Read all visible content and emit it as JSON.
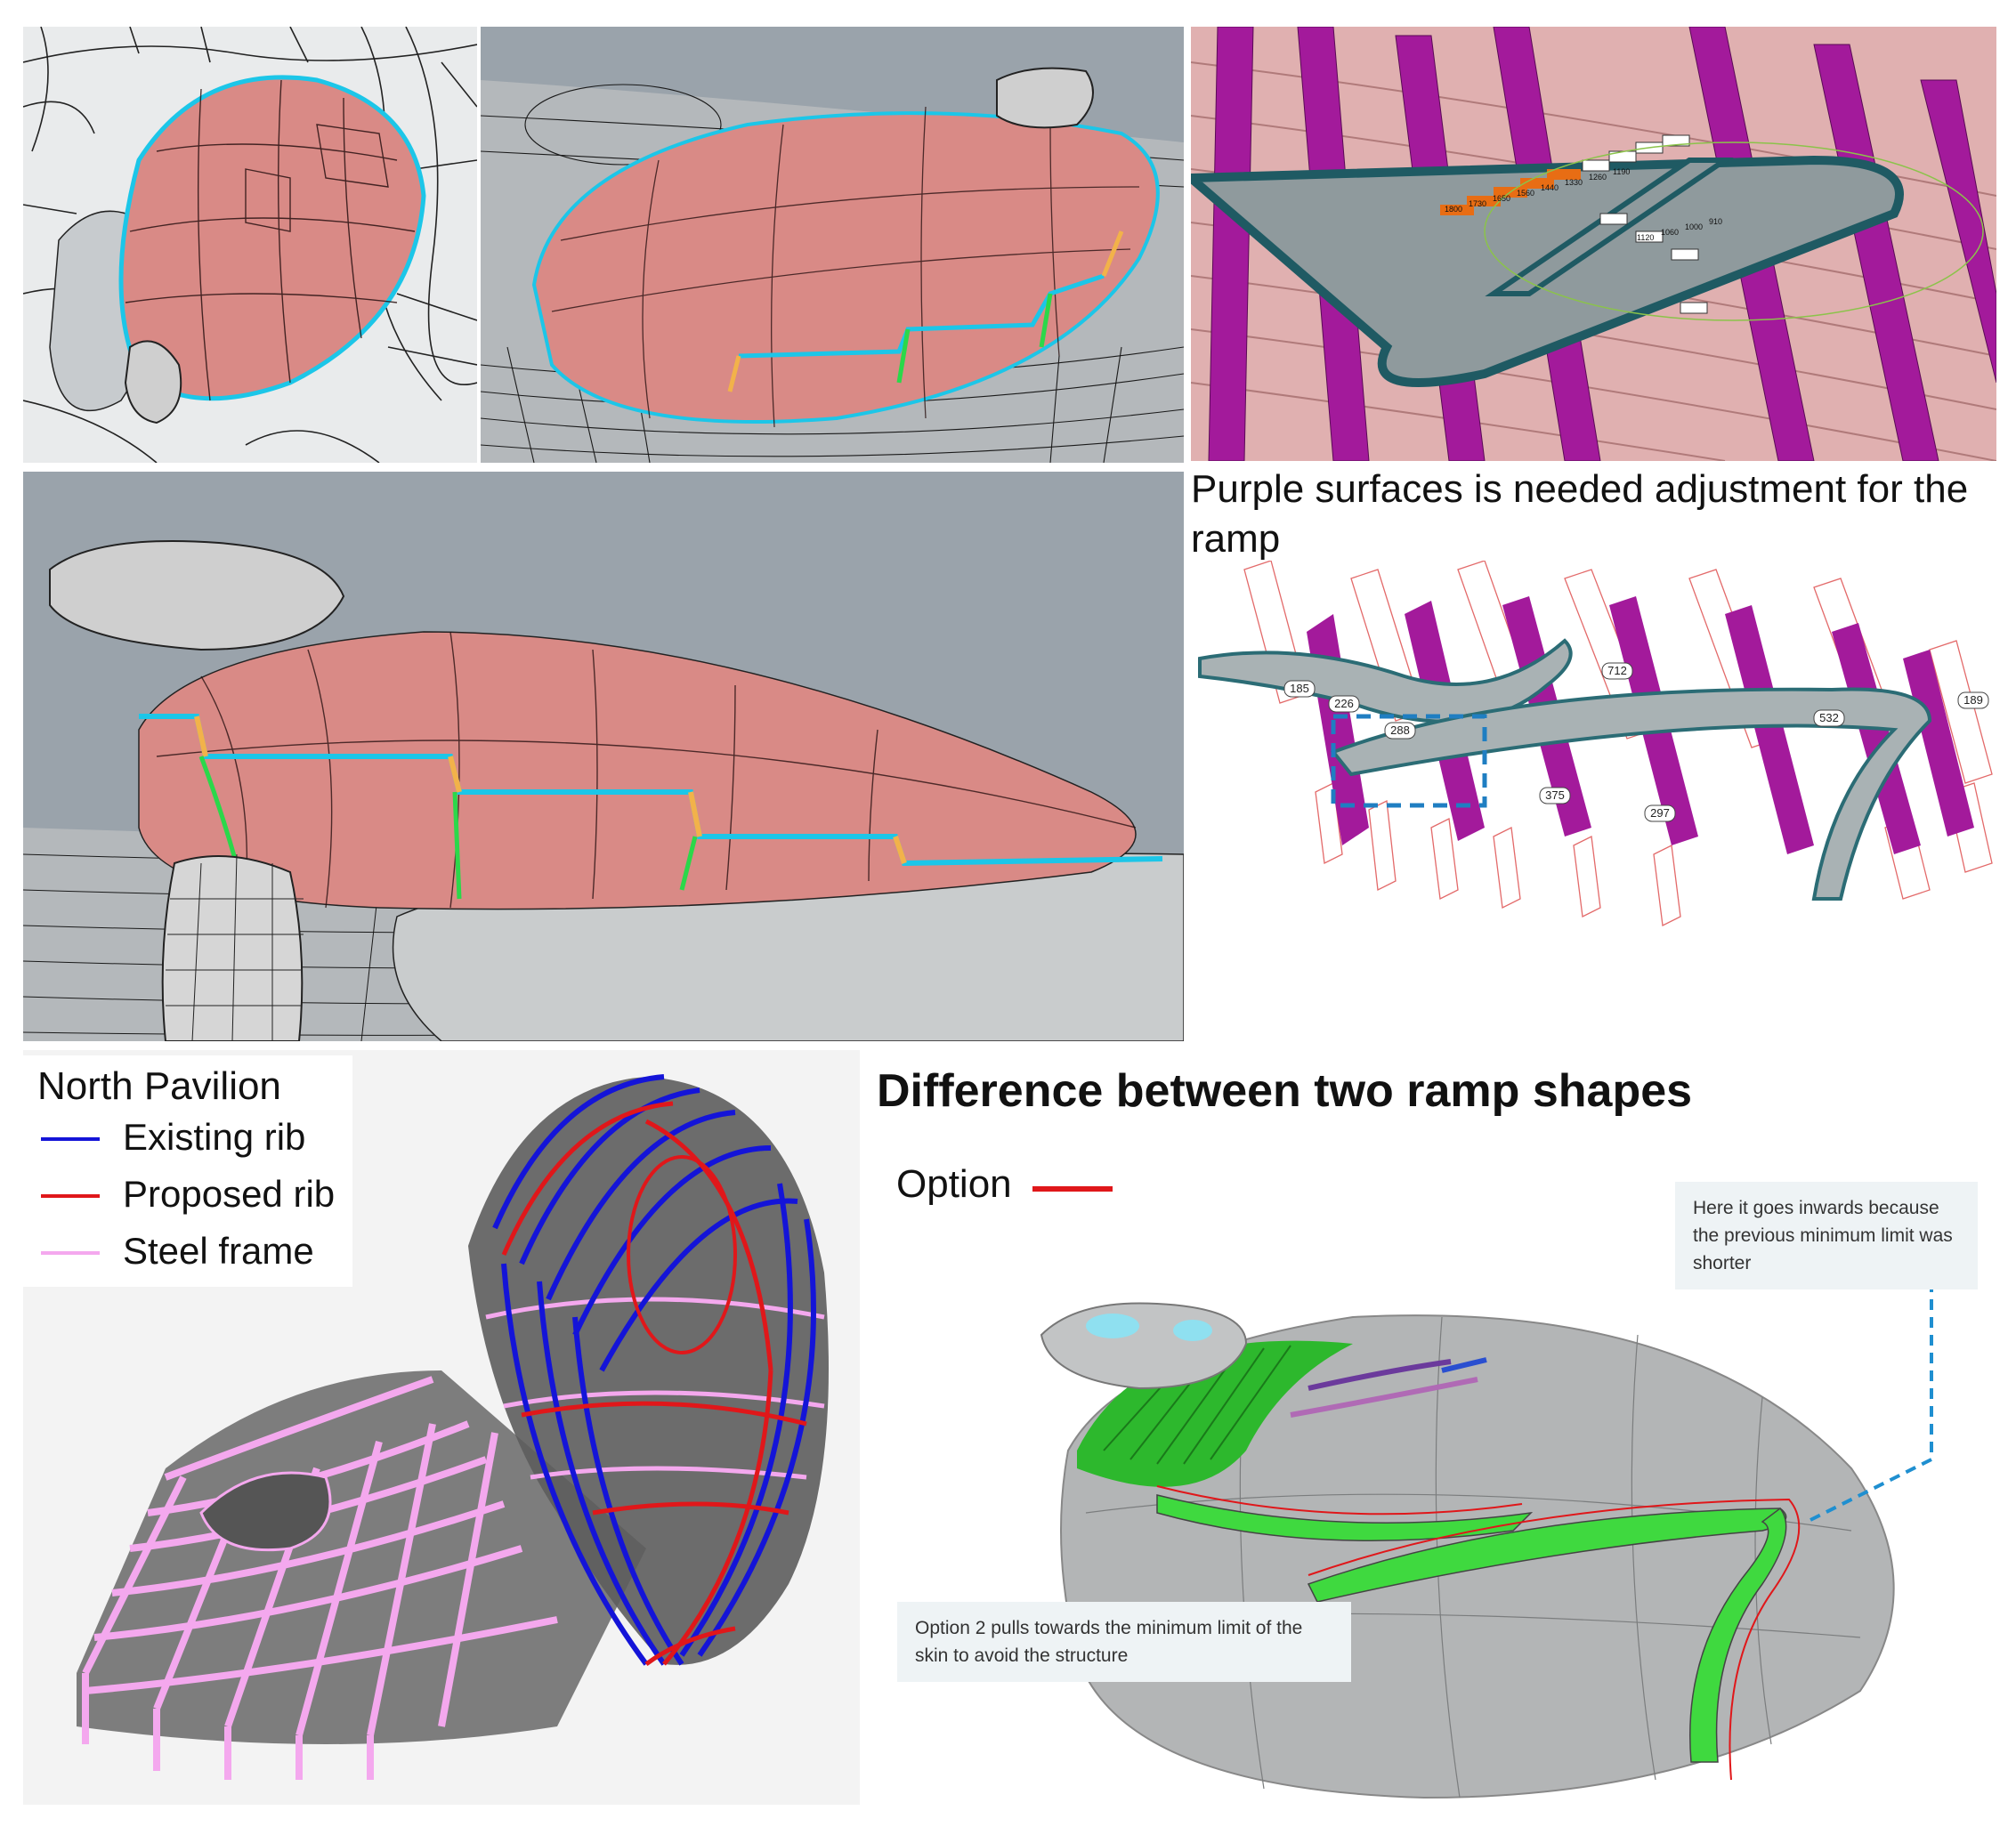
{
  "captions": {
    "purple_surfaces": "Purple surfaces is needed adjustment for the ramp",
    "difference_title": "Difference between two ramp shapes",
    "option_label": "Option"
  },
  "legend": {
    "title": "North Pavilion",
    "items": [
      {
        "label": "Existing rib",
        "color": "#1414d8"
      },
      {
        "label": "Proposed rib",
        "color": "#e0171a"
      },
      {
        "label": "Steel frame",
        "color": "#f4a8ee"
      }
    ]
  },
  "notes": {
    "inwards": "Here it goes inwards because the previous minimum limit was shorter",
    "option2": "Option 2 pulls towards the minimum limit of the skin to avoid the structure"
  },
  "ramp_dimension_labels": [
    "185",
    "226",
    "288",
    "375",
    "297",
    "712",
    "532",
    "189"
  ],
  "ramp_tag_labels": [
    "1800",
    "1730",
    "1650",
    "1560",
    "1440",
    "1330",
    "1260",
    "1190",
    "1120",
    "1060",
    "1000",
    "910"
  ],
  "colors": {
    "skin_red": "#d98a86",
    "edge_cyan": "#1cc6e8",
    "edge_green": "#2bd84a",
    "edge_orange": "#f2b24a",
    "rib_purple": "#a31a9b",
    "ramp_green": "#3fd93f",
    "viewport_bg": "#9aa3ab"
  }
}
